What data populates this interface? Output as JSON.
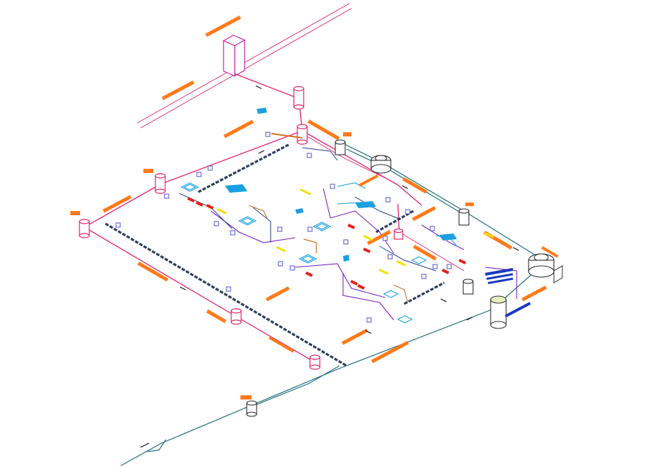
{
  "drawing": {
    "type": "isometric plumbing / drainage layout",
    "colors": {
      "drain_pipe": "#e0206a",
      "mains_pipe": "#1c6b7a",
      "vent_pipe": "#7a20c0",
      "labels": "#ff7a1a",
      "fixtures": "#1aa0e0",
      "markers": "#e8201a",
      "highlights": "#f2e200",
      "floor_drains": "#3a40d0"
    },
    "elements": {
      "inspection_chambers": 10,
      "septic_tanks": 2,
      "soak_pit": 1,
      "sewer_connection_box": 1
    },
    "icons": [
      "manhole-icon",
      "septic-tank-icon",
      "soak-pit-icon",
      "floor-drain-icon",
      "wash-basin-icon",
      "flow-arrow-icon"
    ]
  }
}
